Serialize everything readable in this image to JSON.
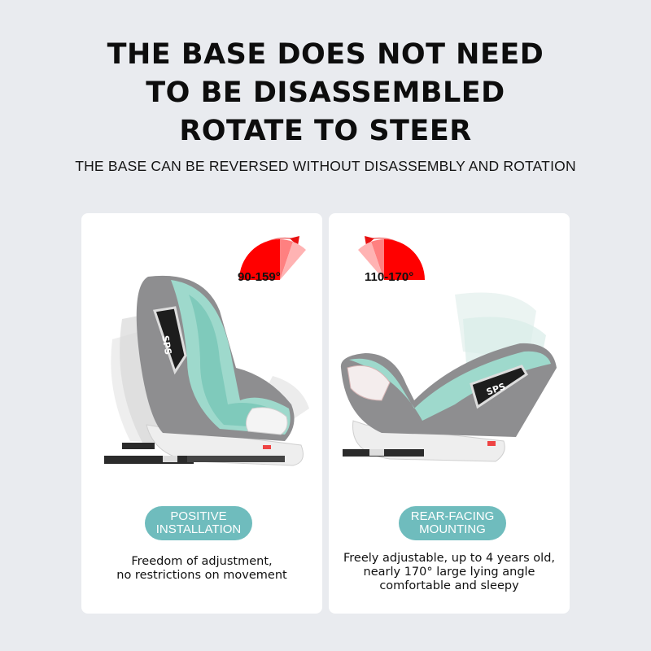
{
  "header": {
    "title_lines": [
      "THE BASE DOES NOT NEED",
      "TO BE DISASSEMBLED",
      "ROTATE TO STEER"
    ],
    "subtitle": "THE BASE CAN BE REVERSED WITHOUT DISASSEMBLY AND ROTATION"
  },
  "cards": [
    {
      "angle_label": "90-159°",
      "dial_direction": "clockwise",
      "badge_lines": [
        "POSITIVE",
        "INSTALLATION"
      ],
      "description_lines": [
        "Freedom of adjustment,",
        "no restrictions on movement"
      ],
      "seat_logo": "SPS"
    },
    {
      "angle_label": "110-170°",
      "dial_direction": "counter-clockwise",
      "badge_lines": [
        "REAR-FACING",
        "MOUNTING"
      ],
      "description_lines": [
        "Freely adjustable, up to 4 years old,",
        "nearly 170° large lying angle",
        "comfortable and sleepy"
      ],
      "seat_logo": "SPS"
    }
  ],
  "colors": {
    "background": "#e9ebef",
    "card": "#ffffff",
    "badge": "#6fbcbd",
    "dial_red": "#ff0000",
    "seat_teal": "#8fd3c8",
    "seat_gray": "#8e8e90"
  }
}
